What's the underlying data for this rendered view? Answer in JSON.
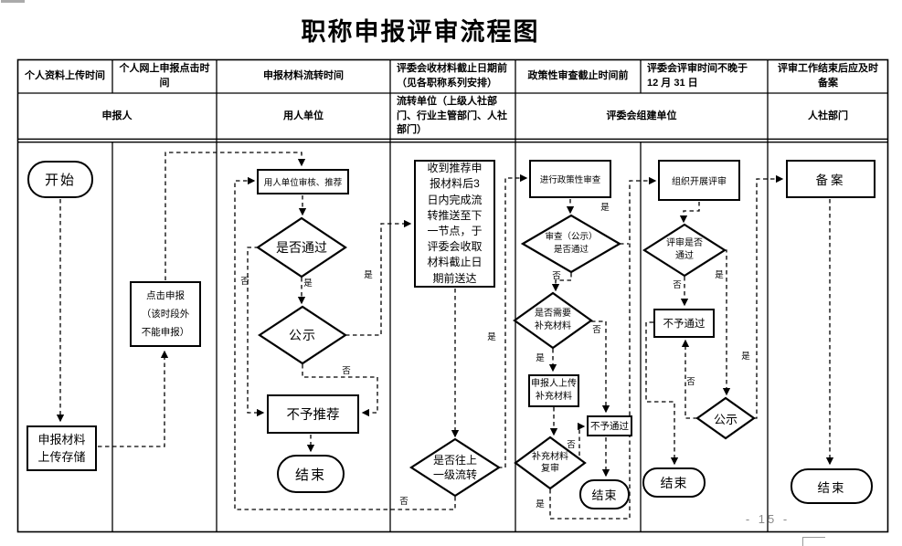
{
  "title": "职称申报评审流程图",
  "page_number": "- 15 -",
  "header": {
    "row1": [
      "个人资料上传时间",
      "个人网上申报点击时间",
      "申报材料流转时间",
      "评委会收材料截止日期前（见各职称系列安排）",
      "政策性审查截止时间前",
      "评委会评审时间不晚于 12 月 31 日",
      "评审工作结束后应及时备案"
    ],
    "row2": [
      "申报人",
      "用人单位",
      "流转单位（上级人社部门、行业主管部门、人社部门）",
      "评委会组建单位",
      "人社部门"
    ]
  },
  "nodes": {
    "start": "开始",
    "upload_store": "申报材料\n上传存储",
    "click_apply": "点击申报\n（该时段外\n不能申报）",
    "employer_review": "用人单位审核、推荐",
    "pass_q": "是否通过",
    "publicity_employer": "公示",
    "no_recommend": "不予推荐",
    "end_employer": "结束",
    "transfer_note": "收到推荐申\n报材料后3\n日内完成流\n转推送至下\n一节点，于\n评委会收取\n材料截止日\n期前送达",
    "up_level_q": "是否往上\n一级流转",
    "policy_review": "进行政策性审查",
    "policy_pass_q": "审查（公示）\n是否通过",
    "need_supplement_q": "是否需要\n补充材料",
    "upload_supplement": "申报人上传\n补充材料",
    "supplement_recheck_q": "补充材料\n复审",
    "not_pass_policy": "不予通过",
    "end_policy": "结束",
    "organize_review": "组织开展评审",
    "review_pass_q": "评审是否\n通过",
    "not_pass_review": "不予通过",
    "publicity_review": "公示",
    "end_review": "结束",
    "record": "备案",
    "end_record": "结束"
  },
  "edge_labels": {
    "yes": "是",
    "no": "否"
  },
  "colors": {
    "line": "#000000",
    "page_number": "#8a8a8a"
  }
}
